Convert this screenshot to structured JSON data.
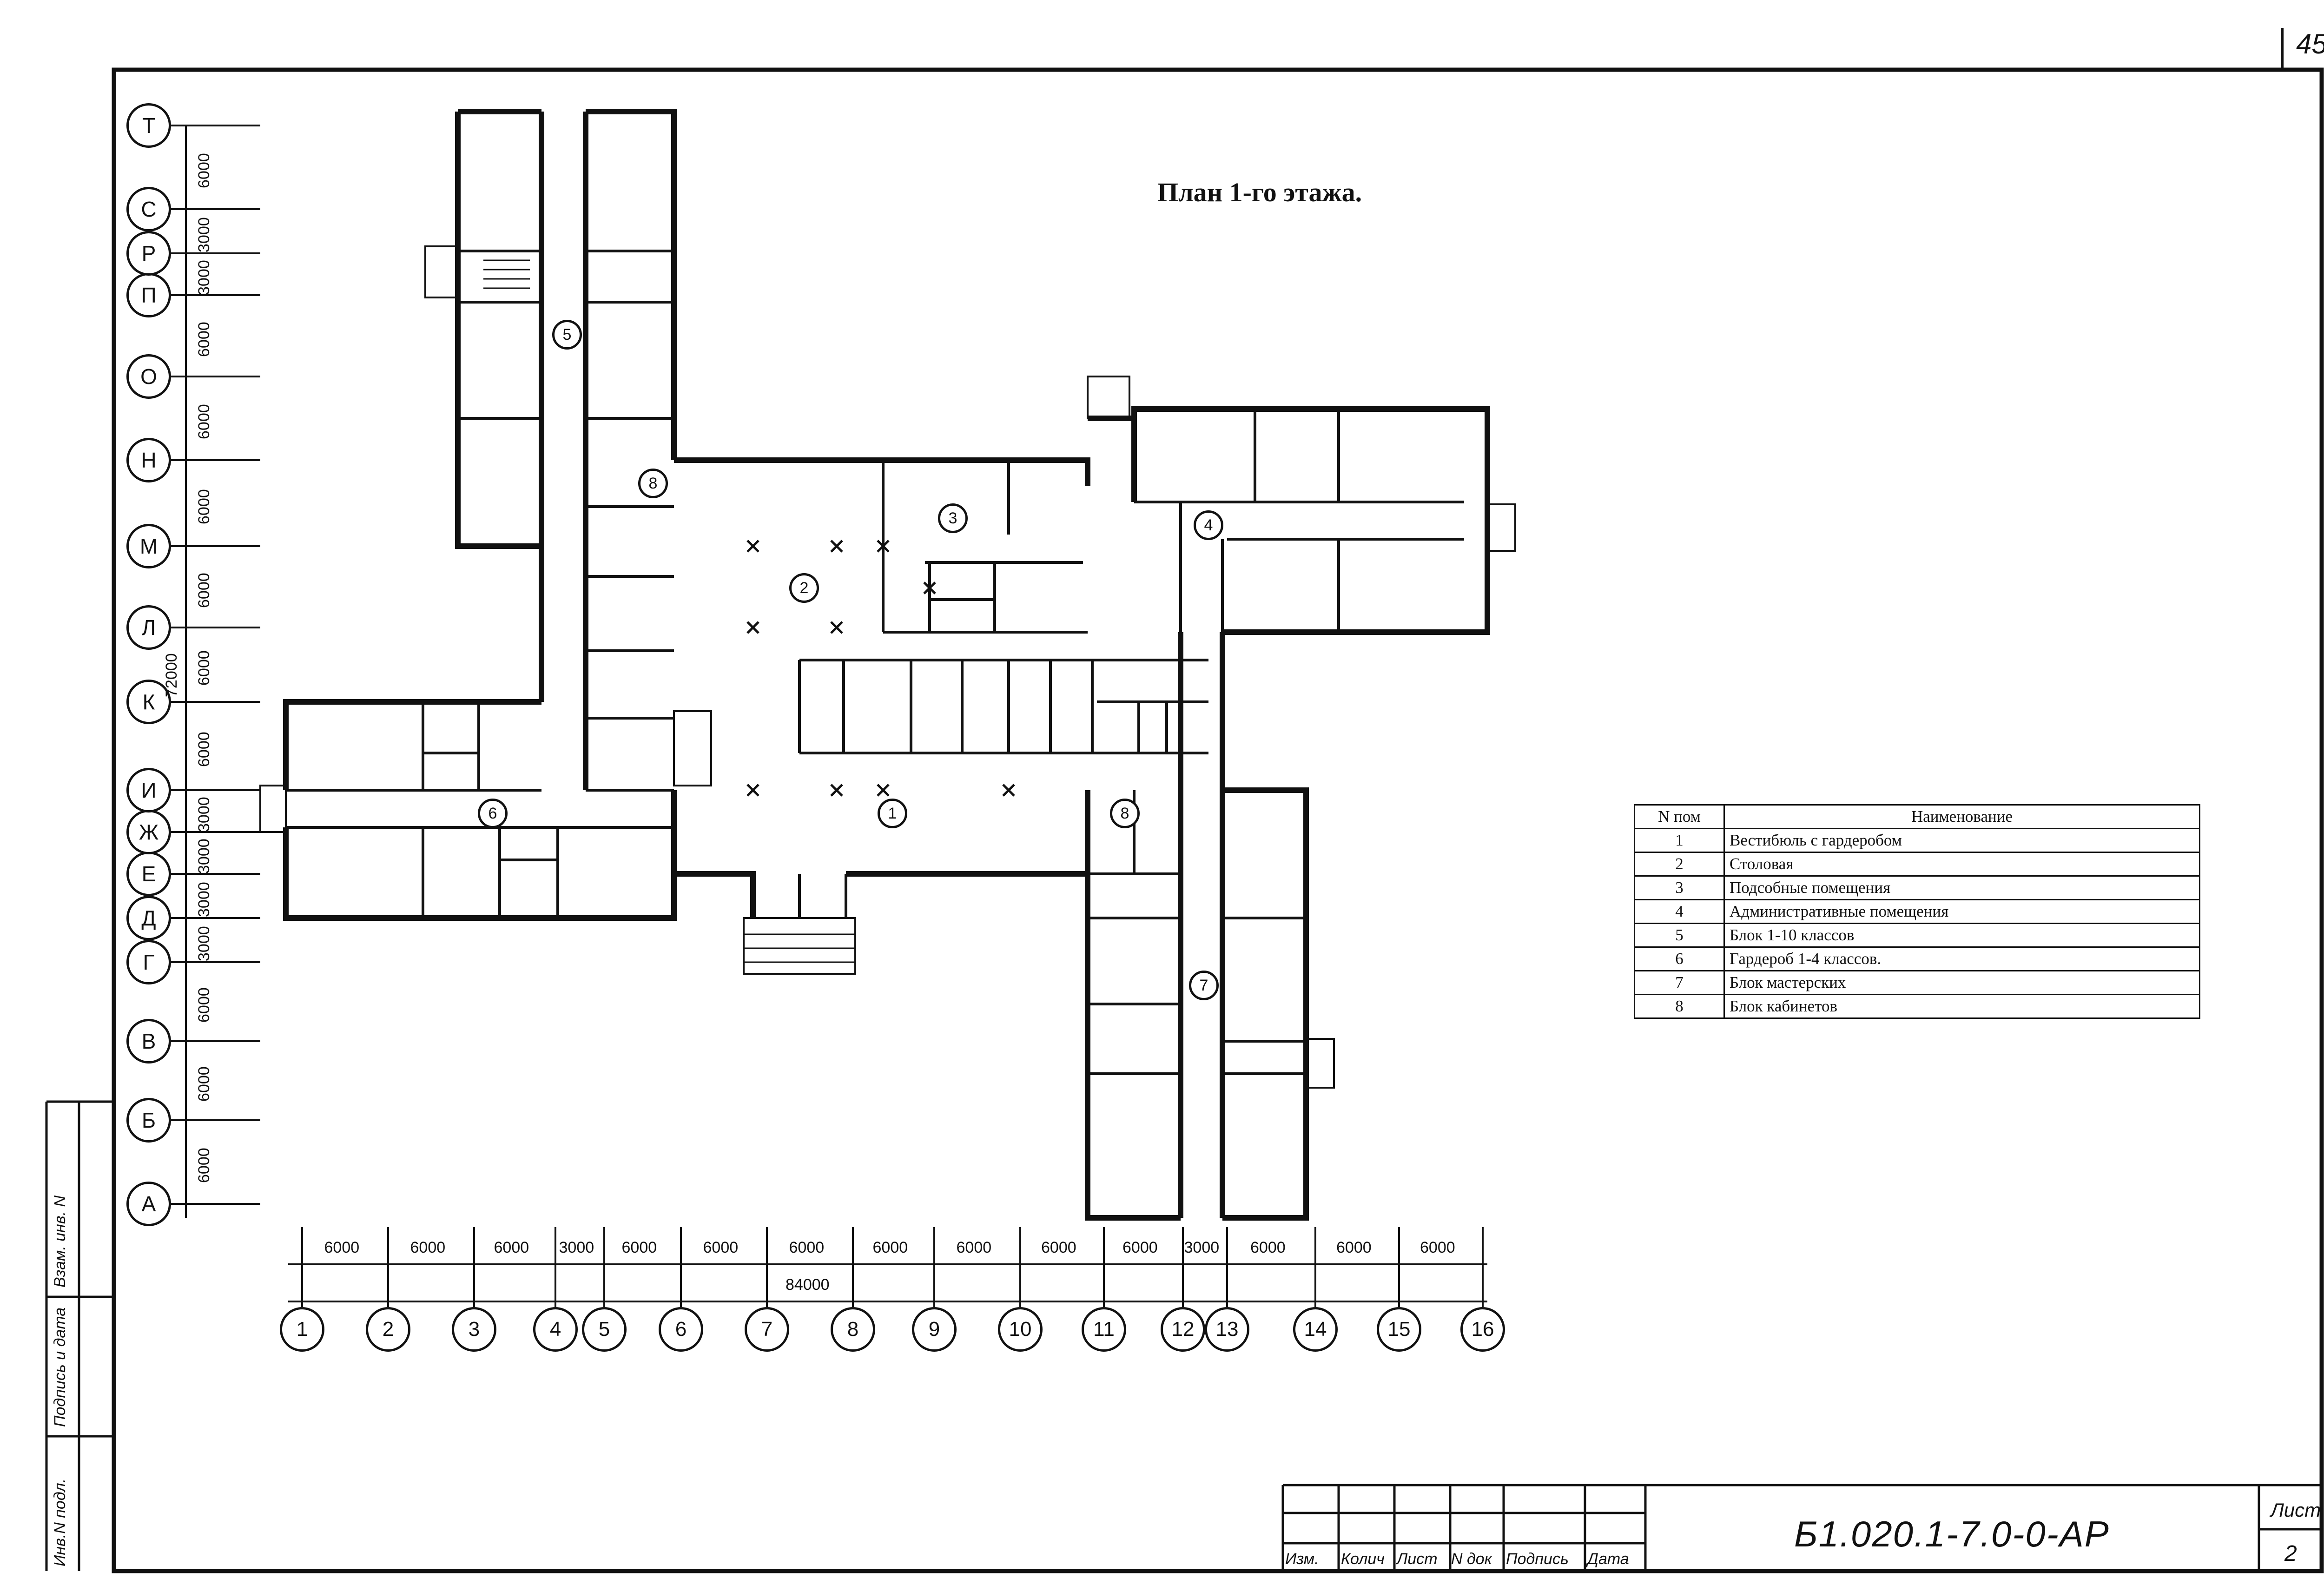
{
  "drawing": {
    "title": "План 1-го этажа.",
    "corner_number": "45"
  },
  "axes_letters": [
    "А",
    "Б",
    "В",
    "Г",
    "Д",
    "Е",
    "Ж",
    "И",
    "К",
    "Л",
    "М",
    "Н",
    "О",
    "П",
    "Р",
    "С",
    "Т"
  ],
  "axes_numbers": [
    "1",
    "2",
    "3",
    "4",
    "5",
    "6",
    "7",
    "8",
    "9",
    "10",
    "11",
    "12",
    "13",
    "14",
    "15",
    "16"
  ],
  "dims_vertical": [
    "6000",
    "6000",
    "6000",
    "3000",
    "3000",
    "3000",
    "3000",
    "6000",
    "6000",
    "6000",
    "6000",
    "6000",
    "6000",
    "3000",
    "3000",
    "6000"
  ],
  "dim_vertical_total": "72000",
  "dims_horizontal": [
    "6000",
    "6000",
    "6000",
    "3000",
    "6000",
    "6000",
    "6000",
    "6000",
    "6000",
    "6000",
    "6000",
    "3000",
    "6000",
    "6000",
    "6000"
  ],
  "dim_horizontal_total": "84000",
  "room_markers": [
    "1",
    "2",
    "3",
    "4",
    "5",
    "6",
    "7",
    "8",
    "8"
  ],
  "legend": {
    "header_num": "N пом",
    "header_name": "Наименование",
    "rows": [
      {
        "num": "1",
        "name": "Вестибюль с гардеробом"
      },
      {
        "num": "2",
        "name": "Столовая"
      },
      {
        "num": "3",
        "name": "Подсобные помещения"
      },
      {
        "num": "4",
        "name": "Административные помещения"
      },
      {
        "num": "5",
        "name": "Блок 1-10 классов"
      },
      {
        "num": "6",
        "name": "Гардероб 1-4 классов."
      },
      {
        "num": "7",
        "name": "Блок мастерских"
      },
      {
        "num": "8",
        "name": "Блок кабинетов"
      }
    ]
  },
  "title_block": {
    "code": "Б1.020.1-7.0-0-АР",
    "sheet_label": "Лист",
    "sheet_number": "2",
    "columns": [
      "Изм.",
      "Колич",
      "Лист",
      "N док",
      "Подпись",
      "Дата"
    ]
  },
  "side_stamp": {
    "labels": [
      "Инв.N подл.",
      "Подпись и дата",
      "Взам. инв. N"
    ]
  }
}
